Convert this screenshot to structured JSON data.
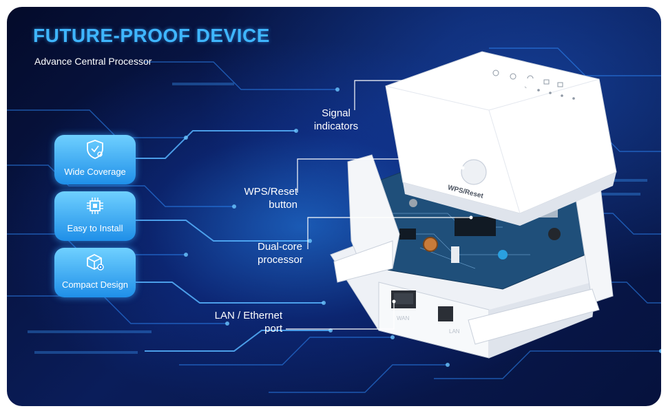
{
  "header": {
    "title": "FUTURE-PROOF DEVICE",
    "subtitle": "Advance Central Processor"
  },
  "features": [
    {
      "label": "Wide Coverage",
      "icon": "shield-user-icon"
    },
    {
      "label": "Easy to Install",
      "icon": "chip-icon"
    },
    {
      "label": "Compact Design",
      "icon": "cube-gear-icon"
    }
  ],
  "callouts": {
    "signal_line1": "Signal",
    "signal_line2": "indicators",
    "wps_line1": "WPS/Reset",
    "wps_line2": "button",
    "cpu_line1": "Dual-core",
    "cpu_line2": "processor",
    "lan_line1": "LAN / Ethernet",
    "lan_line2": "port"
  },
  "device": {
    "button_label": "WPS/Reset",
    "port_label_1": "WAN",
    "port_label_2": "LAN"
  },
  "colors": {
    "accent": "#3fb6ff",
    "feature_top": "#6fd0ff",
    "feature_bottom": "#1f8fe8",
    "background": "#0a1d5a"
  }
}
